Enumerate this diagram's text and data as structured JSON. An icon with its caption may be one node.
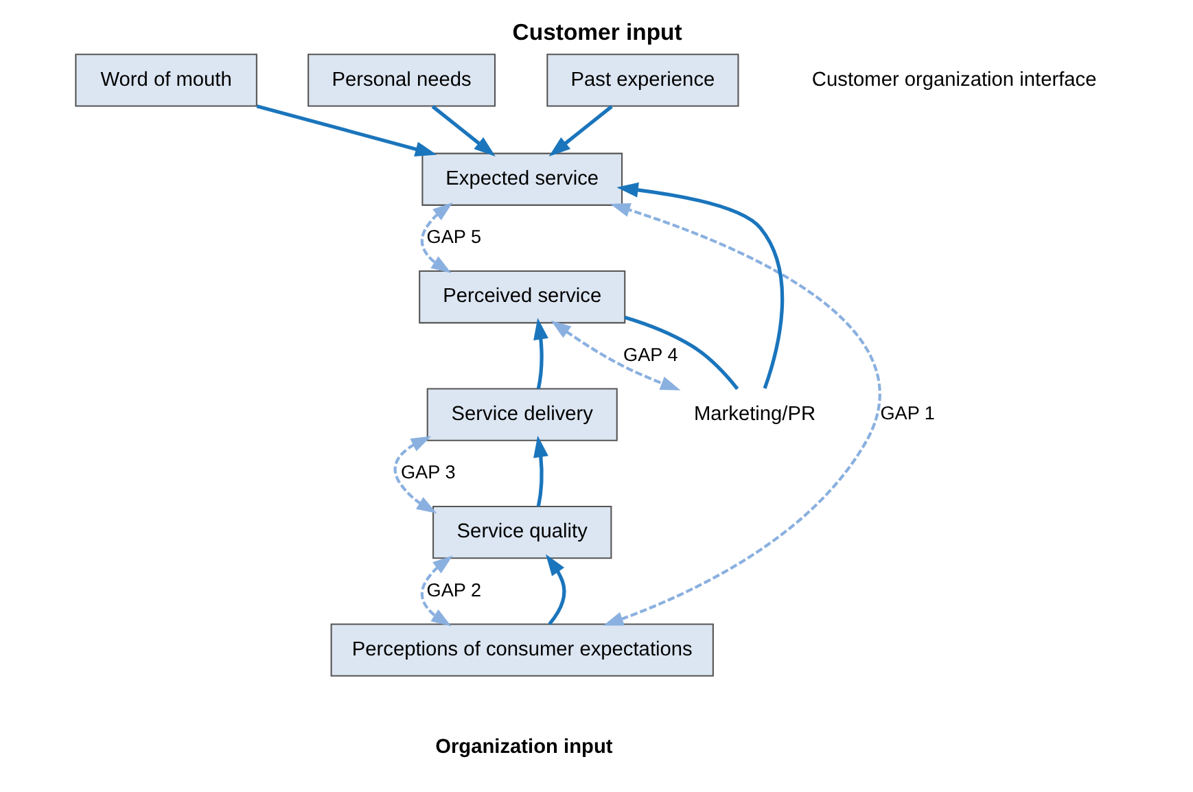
{
  "diagram": {
    "title": "Customer input",
    "caption": "Organization input",
    "nodes": [
      {
        "text": [
          "Word of mouth"
        ]
      },
      {
        "text": [
          "Personal needs"
        ]
      },
      {
        "text": [
          "Past experience"
        ]
      },
      {
        "text": [
          "Expected service"
        ]
      },
      {
        "text": [
          "Perceived service"
        ]
      },
      {
        "text": [
          "Service delivery"
        ]
      },
      {
        "text": [
          "Service quality"
        ]
      },
      {
        "text": [
          "Perceptions of consumer expectations"
        ]
      },
      {
        "text": [
          "Marketing/PR"
        ]
      }
    ],
    "edges": [
      {
        "from": 0,
        "to": 3,
        "arrow": "to"
      },
      {
        "from": 1,
        "to": 3,
        "arrow": "to"
      },
      {
        "from": 2,
        "to": 3,
        "arrow": "to"
      },
      {
        "from": 8,
        "to": 3,
        "arrow": "to"
      },
      {
        "from": 8,
        "to": 4,
        "arrow": "none"
      },
      {
        "from": 3,
        "to": 4,
        "arrow": "both",
        "label": "GAP 5",
        "style": "dashed",
        "color": "#8ab0e0"
      },
      {
        "from": 4,
        "to": 8,
        "arrow": "both",
        "label": "GAP 4",
        "style": "dashed",
        "color": "#8ab0e0"
      },
      {
        "from": 5,
        "to": 4,
        "arrow": "to"
      },
      {
        "from": 5,
        "to": 6,
        "arrow": "both",
        "label": "GAP 3",
        "style": "dashed",
        "color": "#8ab0e0"
      },
      {
        "from": 6,
        "to": 5,
        "arrow": "to"
      },
      {
        "from": 6,
        "to": 7,
        "arrow": "both",
        "label": "GAP 2",
        "style": "dashed",
        "color": "#8ab0e0"
      },
      {
        "from": 7,
        "to": 6,
        "arrow": "to"
      },
      {
        "from": 7,
        "to": 3,
        "arrow": "both",
        "label": "GAP 1",
        "style": "dashed",
        "color": "#8ab0e0"
      }
    ],
    "labels": [
      "Customer organization interface"
    ]
  }
}
